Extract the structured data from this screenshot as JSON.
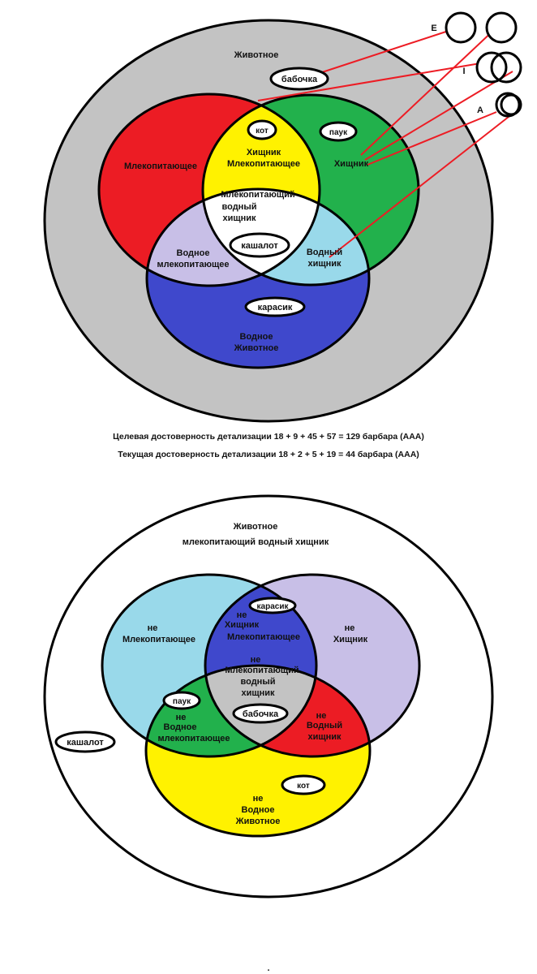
{
  "top_diagram": {
    "outer_label": "Животное",
    "regions": {
      "mammal": "Млекопитающее",
      "predator_mammal_line1": "Хищник",
      "predator_mammal_line2": "Млекопитающее",
      "predator": "Хищник",
      "water_mammal_line1": "Водное",
      "water_mammal_line2": "млекопитающее",
      "center_line1": "Млекопитающий",
      "center_line2": "водный",
      "center_line3": "хищник",
      "water_predator_line1": "Водный",
      "water_predator_line2": "хищник",
      "water_animal_line1": "Водное",
      "water_animal_line2": "Животное"
    },
    "tokens": {
      "butterfly": "бабочка",
      "cat": "кот",
      "spider": "паук",
      "whale": "кашалот",
      "carp": "карасик"
    },
    "side_letters": {
      "e": "E",
      "i": "I",
      "a": "A"
    }
  },
  "captions": {
    "target": "Целевая достоверность детализации 18 + 9 + 45 + 57 = 129 барбара (ААА)",
    "current": "Текущая достоверность детализации 18 + 2 + 5 + 19 = 44 барбара (ААА)"
  },
  "bottom_diagram": {
    "outer_label_line1": "Животное",
    "outer_label_line2": "млекопитающий водный хищник",
    "regions": {
      "not_mammal_line1": "не",
      "not_mammal_line2": "Млекопитающее",
      "not_predator_line1": "не",
      "not_predator_line2": "Хищник",
      "top_mid_line1": "не",
      "top_mid_line2": "Хищник",
      "top_mid_line3": "Млекопитающее",
      "center_line1": "не",
      "center_line2": "Млекопитающий",
      "center_line3": "водный",
      "center_line4": "хищник",
      "left_low_line1": "не",
      "left_low_line2": "Водное",
      "left_low_line3": "млекопитающее",
      "right_low_line1": "не",
      "right_low_line2": "Водный",
      "right_low_line3": "хищник",
      "bottom_line1": "не",
      "bottom_line2": "Водное",
      "bottom_line3": "Животное"
    },
    "tokens": {
      "carp": "карасик",
      "spider": "паук",
      "butterfly": "бабочка",
      "whale": "кашалот",
      "cat": "кот"
    }
  },
  "footer_mark": "."
}
